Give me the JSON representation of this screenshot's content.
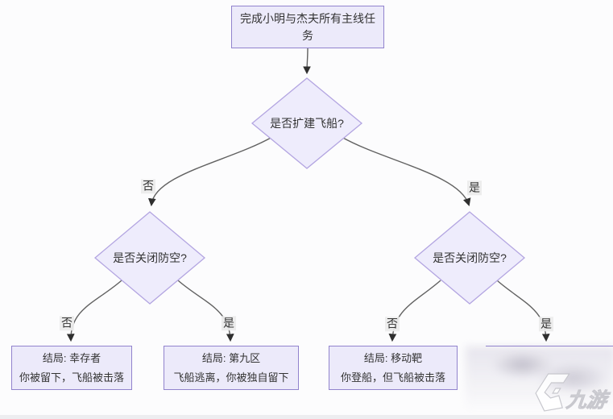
{
  "diagram": {
    "type": "flowchart-decision-tree",
    "start": {
      "label": "完成小明与杰夫所有主线任务"
    },
    "decisions": [
      {
        "label": "是否扩建飞船?"
      },
      {
        "label": "是否关闭防空?"
      },
      {
        "label": "是否关闭防空?"
      }
    ],
    "branch_labels": [
      "否",
      "是",
      "否",
      "是",
      "否",
      "是"
    ],
    "endings": [
      {
        "title": "结局: 幸存者",
        "desc": "你被留下，飞船被击落"
      },
      {
        "title": "结局: 第九区",
        "desc": "飞船逃离，你被独自留下"
      },
      {
        "title": "结局: 移动靶",
        "desc": "你登船，但飞船被击落"
      },
      {
        "title": "",
        "desc": "",
        "blurred": true
      }
    ],
    "watermark": {
      "text": "九游"
    },
    "colors": {
      "node_fill": "#eceafa",
      "node_border": "#9183cd",
      "diamond_fill": "#eeecfc",
      "diamond_border": "#b3a5e1",
      "edge": "#616161",
      "arrowhead": "#2f2f2f",
      "label_bg": "#ececec",
      "text": "#333333",
      "background": "#fcfcfd"
    }
  }
}
